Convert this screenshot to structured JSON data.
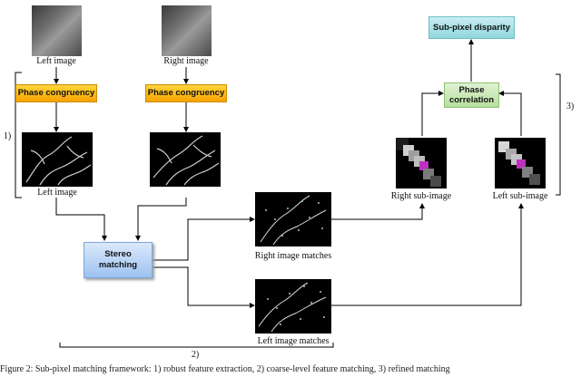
{
  "images": {
    "left_image": "Left image",
    "right_image": "Right image",
    "left_edge_image": "Left image",
    "right_sub_image": "Right sub-image",
    "left_sub_image": "Left sub-image",
    "right_matches": "Right image matches",
    "left_matches": "Left image matches"
  },
  "boxes": {
    "phase_congruency_left": "Phase congruency",
    "phase_congruency_right": "Phase congruency",
    "stereo_matching": "Stereo\nmatching",
    "phase_correlation": "Phase\ncorrelation",
    "subpixel_disparity": "Sub-pixel disparity"
  },
  "markers": {
    "one": "1)",
    "two": "2)",
    "three": "3)"
  },
  "colors": {
    "orange": "#f6a300",
    "blue": "#9cc2f0",
    "green": "#b6e09c",
    "teal": "#8fd6dd",
    "magenta": "#c030c0"
  },
  "caption": "Figure 2: Sub-pixel matching framework: 1) robust feature extraction, 2) coarse-level feature matching, 3) refined matching"
}
